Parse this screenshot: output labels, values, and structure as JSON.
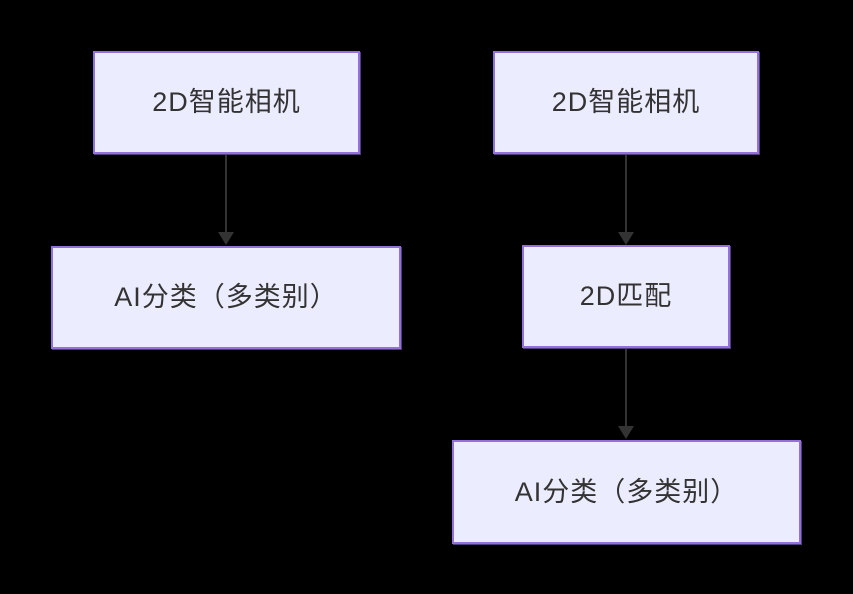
{
  "diagram": {
    "type": "flowchart",
    "direction": "top-down",
    "colors": {
      "background": "#000000",
      "node_fill": "#ECECFF",
      "node_border": "#9370DB",
      "node_text": "#333333",
      "arrow": "#333333"
    },
    "columns": [
      {
        "id": "left-flow",
        "nodes": [
          {
            "id": "camera",
            "label": "2D智能相机"
          },
          {
            "id": "classify",
            "label": "AI分类（多类别）"
          }
        ],
        "edges": [
          {
            "from": "camera",
            "to": "classify",
            "style": "arrow-down"
          }
        ]
      },
      {
        "id": "right-flow",
        "nodes": [
          {
            "id": "camera",
            "label": "2D智能相机"
          },
          {
            "id": "match",
            "label": "2D匹配"
          },
          {
            "id": "classify",
            "label": "AI分类（多类别）"
          }
        ],
        "edges": [
          {
            "from": "camera",
            "to": "match",
            "style": "arrow-down"
          },
          {
            "from": "match",
            "to": "classify",
            "style": "arrow-down"
          }
        ]
      }
    ]
  }
}
